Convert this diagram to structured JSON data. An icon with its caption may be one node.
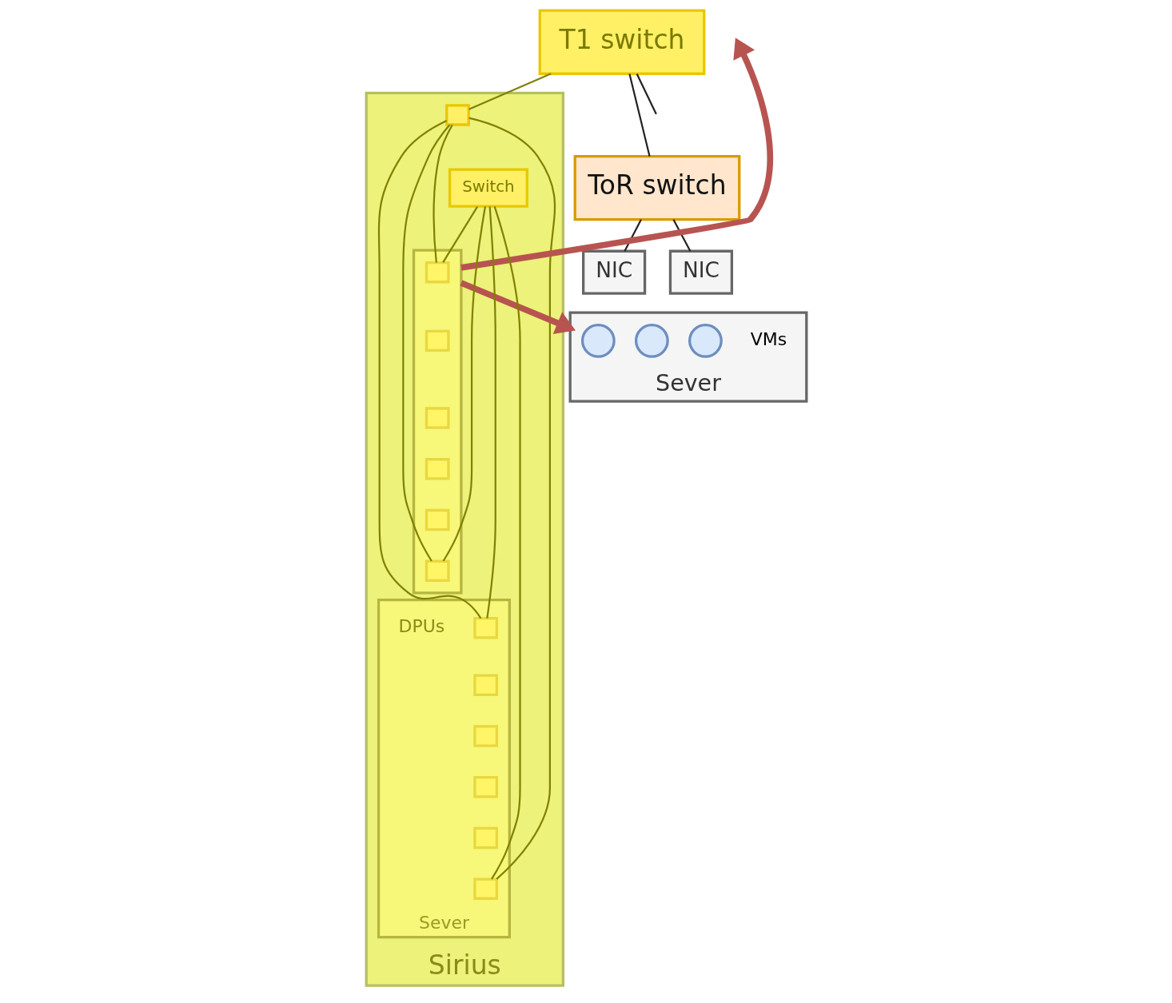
{
  "diagram": {
    "nodes": [
      {
        "text": [
          "T1 switch"
        ]
      },
      {
        "text": [
          "ToR switch"
        ]
      },
      {
        "text": [
          "NIC"
        ]
      },
      {
        "text": [
          "NIC"
        ]
      },
      {
        "text": [
          "Sever"
        ]
      },
      {
        "text": [],
        "shape": "circle",
        "in": 4
      },
      {
        "text": [],
        "shape": "circle",
        "in": 4
      },
      {
        "text": [],
        "shape": "circle",
        "in": 4
      },
      {
        "text": [
          "Sirius"
        ]
      },
      {
        "text": [],
        "shape": "box",
        "in": 8
      },
      {
        "text": [],
        "shape": "box",
        "in": 8
      },
      {
        "text": [],
        "shape": "box",
        "in": 10
      },
      {
        "text": [],
        "shape": "box",
        "in": 10
      },
      {
        "text": [],
        "shape": "box",
        "in": 10
      },
      {
        "text": [],
        "shape": "box",
        "in": 10
      },
      {
        "text": [],
        "shape": "box",
        "in": 10
      },
      {
        "text": [],
        "shape": "box",
        "in": 10
      },
      {
        "text": [
          "Sever"
        ],
        "in": 8
      },
      {
        "text": [],
        "shape": "box",
        "in": 17
      },
      {
        "text": [],
        "shape": "box",
        "in": 17
      },
      {
        "text": [],
        "shape": "box",
        "in": 17
      },
      {
        "text": [],
        "shape": "box",
        "in": 17
      },
      {
        "text": [],
        "shape": "box",
        "in": 17
      },
      {
        "text": [],
        "shape": "box",
        "in": 17
      },
      {
        "text": [
          "Switch"
        ],
        "in": 8
      }
    ],
    "edges": [
      {
        "from": 0,
        "to": null,
        "arrow": "none",
        "color": "#222222"
      },
      {
        "from": 0,
        "to": 1,
        "arrow": "none",
        "color": "#222222"
      },
      {
        "from": 0,
        "to": 9,
        "arrow": "none"
      },
      {
        "from": 1,
        "to": 2,
        "arrow": "none",
        "color": "#222222"
      },
      {
        "from": 1,
        "to": 3,
        "arrow": "none",
        "color": "#222222"
      },
      {
        "from": 9,
        "to": 11,
        "arrow": "none"
      },
      {
        "from": 9,
        "to": 16,
        "arrow": "none"
      },
      {
        "from": 9,
        "to": 18,
        "arrow": "none"
      },
      {
        "from": 9,
        "to": 23,
        "arrow": "none"
      },
      {
        "from": 24,
        "to": 11,
        "arrow": "none"
      },
      {
        "from": 24,
        "to": 16,
        "arrow": "none"
      },
      {
        "from": 24,
        "to": 18,
        "arrow": "none"
      },
      {
        "from": 24,
        "to": 23,
        "arrow": "none"
      },
      {
        "from": 10,
        "to": null,
        "arrow": "to",
        "style": "thick",
        "color": "#b85450"
      },
      {
        "from": 10,
        "to": 4,
        "arrow": "to",
        "style": "thick",
        "color": "#b85450"
      }
    ],
    "labels": [
      "VMs",
      "DPUs"
    ]
  }
}
